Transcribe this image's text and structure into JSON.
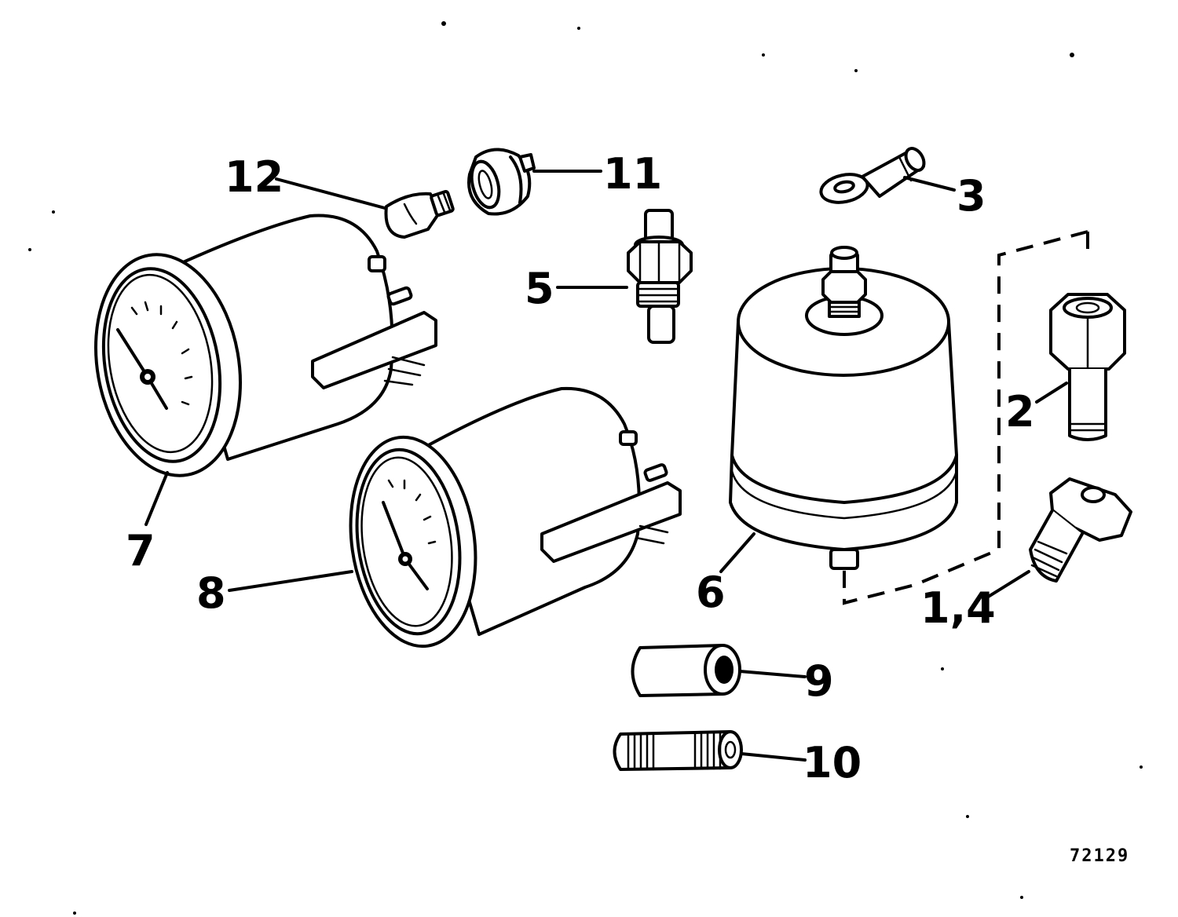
{
  "figure_number": "72129",
  "callouts": {
    "c12": "12",
    "c11": "11",
    "c3": "3",
    "c5": "5",
    "c2": "2",
    "c7": "7",
    "c8": "8",
    "c6": "6",
    "c14": "1,4",
    "c9": "9",
    "c10": "10"
  }
}
